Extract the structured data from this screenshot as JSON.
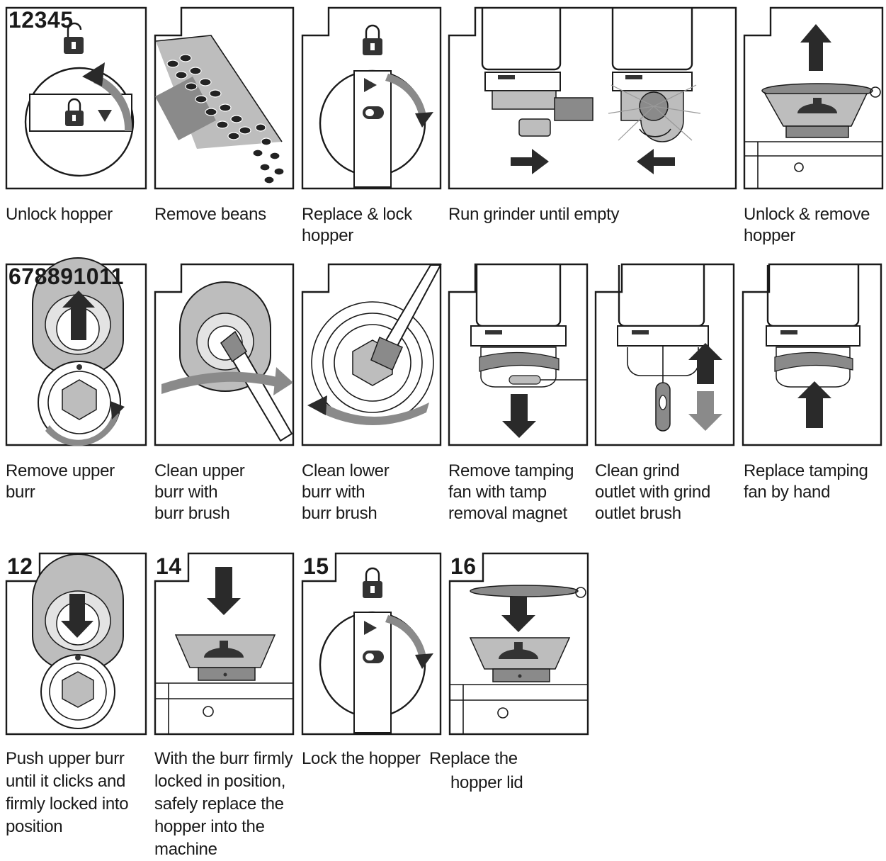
{
  "steps": [
    {
      "number": "12345",
      "caption": "Unlock hopper"
    },
    {
      "number": "",
      "caption": "Remove beans"
    },
    {
      "number": "",
      "caption": "Replace & lock\nhopper"
    },
    {
      "number": "",
      "caption": "Run grinder until empty"
    },
    {
      "number": "",
      "caption": "Unlock & remove\nhopper"
    },
    {
      "number": "678891011",
      "caption": "Remove upper\nburr"
    },
    {
      "number": "",
      "caption": "Clean upper\nburr with\nburr brush"
    },
    {
      "number": "",
      "caption": "Clean lower\nburr with\nburr brush"
    },
    {
      "number": "",
      "caption": "Remove tamping\nfan with tamp\nremoval magnet"
    },
    {
      "number": "",
      "caption": "Clean grind\noutlet with grind\noutlet brush"
    },
    {
      "number": "",
      "caption": "Replace tamping\nfan by hand"
    },
    {
      "number": "12",
      "caption": "Push upper burr\nuntil it clicks and\nfirmly locked into\nposition"
    },
    {
      "number": "14",
      "caption": "With the burr firmly\nlocked in position,\nsafely replace the\nhopper into the\nmachine"
    },
    {
      "number": "15",
      "caption": "Lock the hopper"
    },
    {
      "number": "16",
      "caption": "Replace the"
    },
    {
      "number": "",
      "caption": "hopper lid"
    }
  ],
  "icons": [
    "lock-icon",
    "unlock-icon",
    "rotate-arrow-icon",
    "up-arrow-icon",
    "down-arrow-icon",
    "left-arrow-icon",
    "right-arrow-icon",
    "coffee-bean-icon",
    "burr-brush-icon",
    "magnet-icon"
  ]
}
